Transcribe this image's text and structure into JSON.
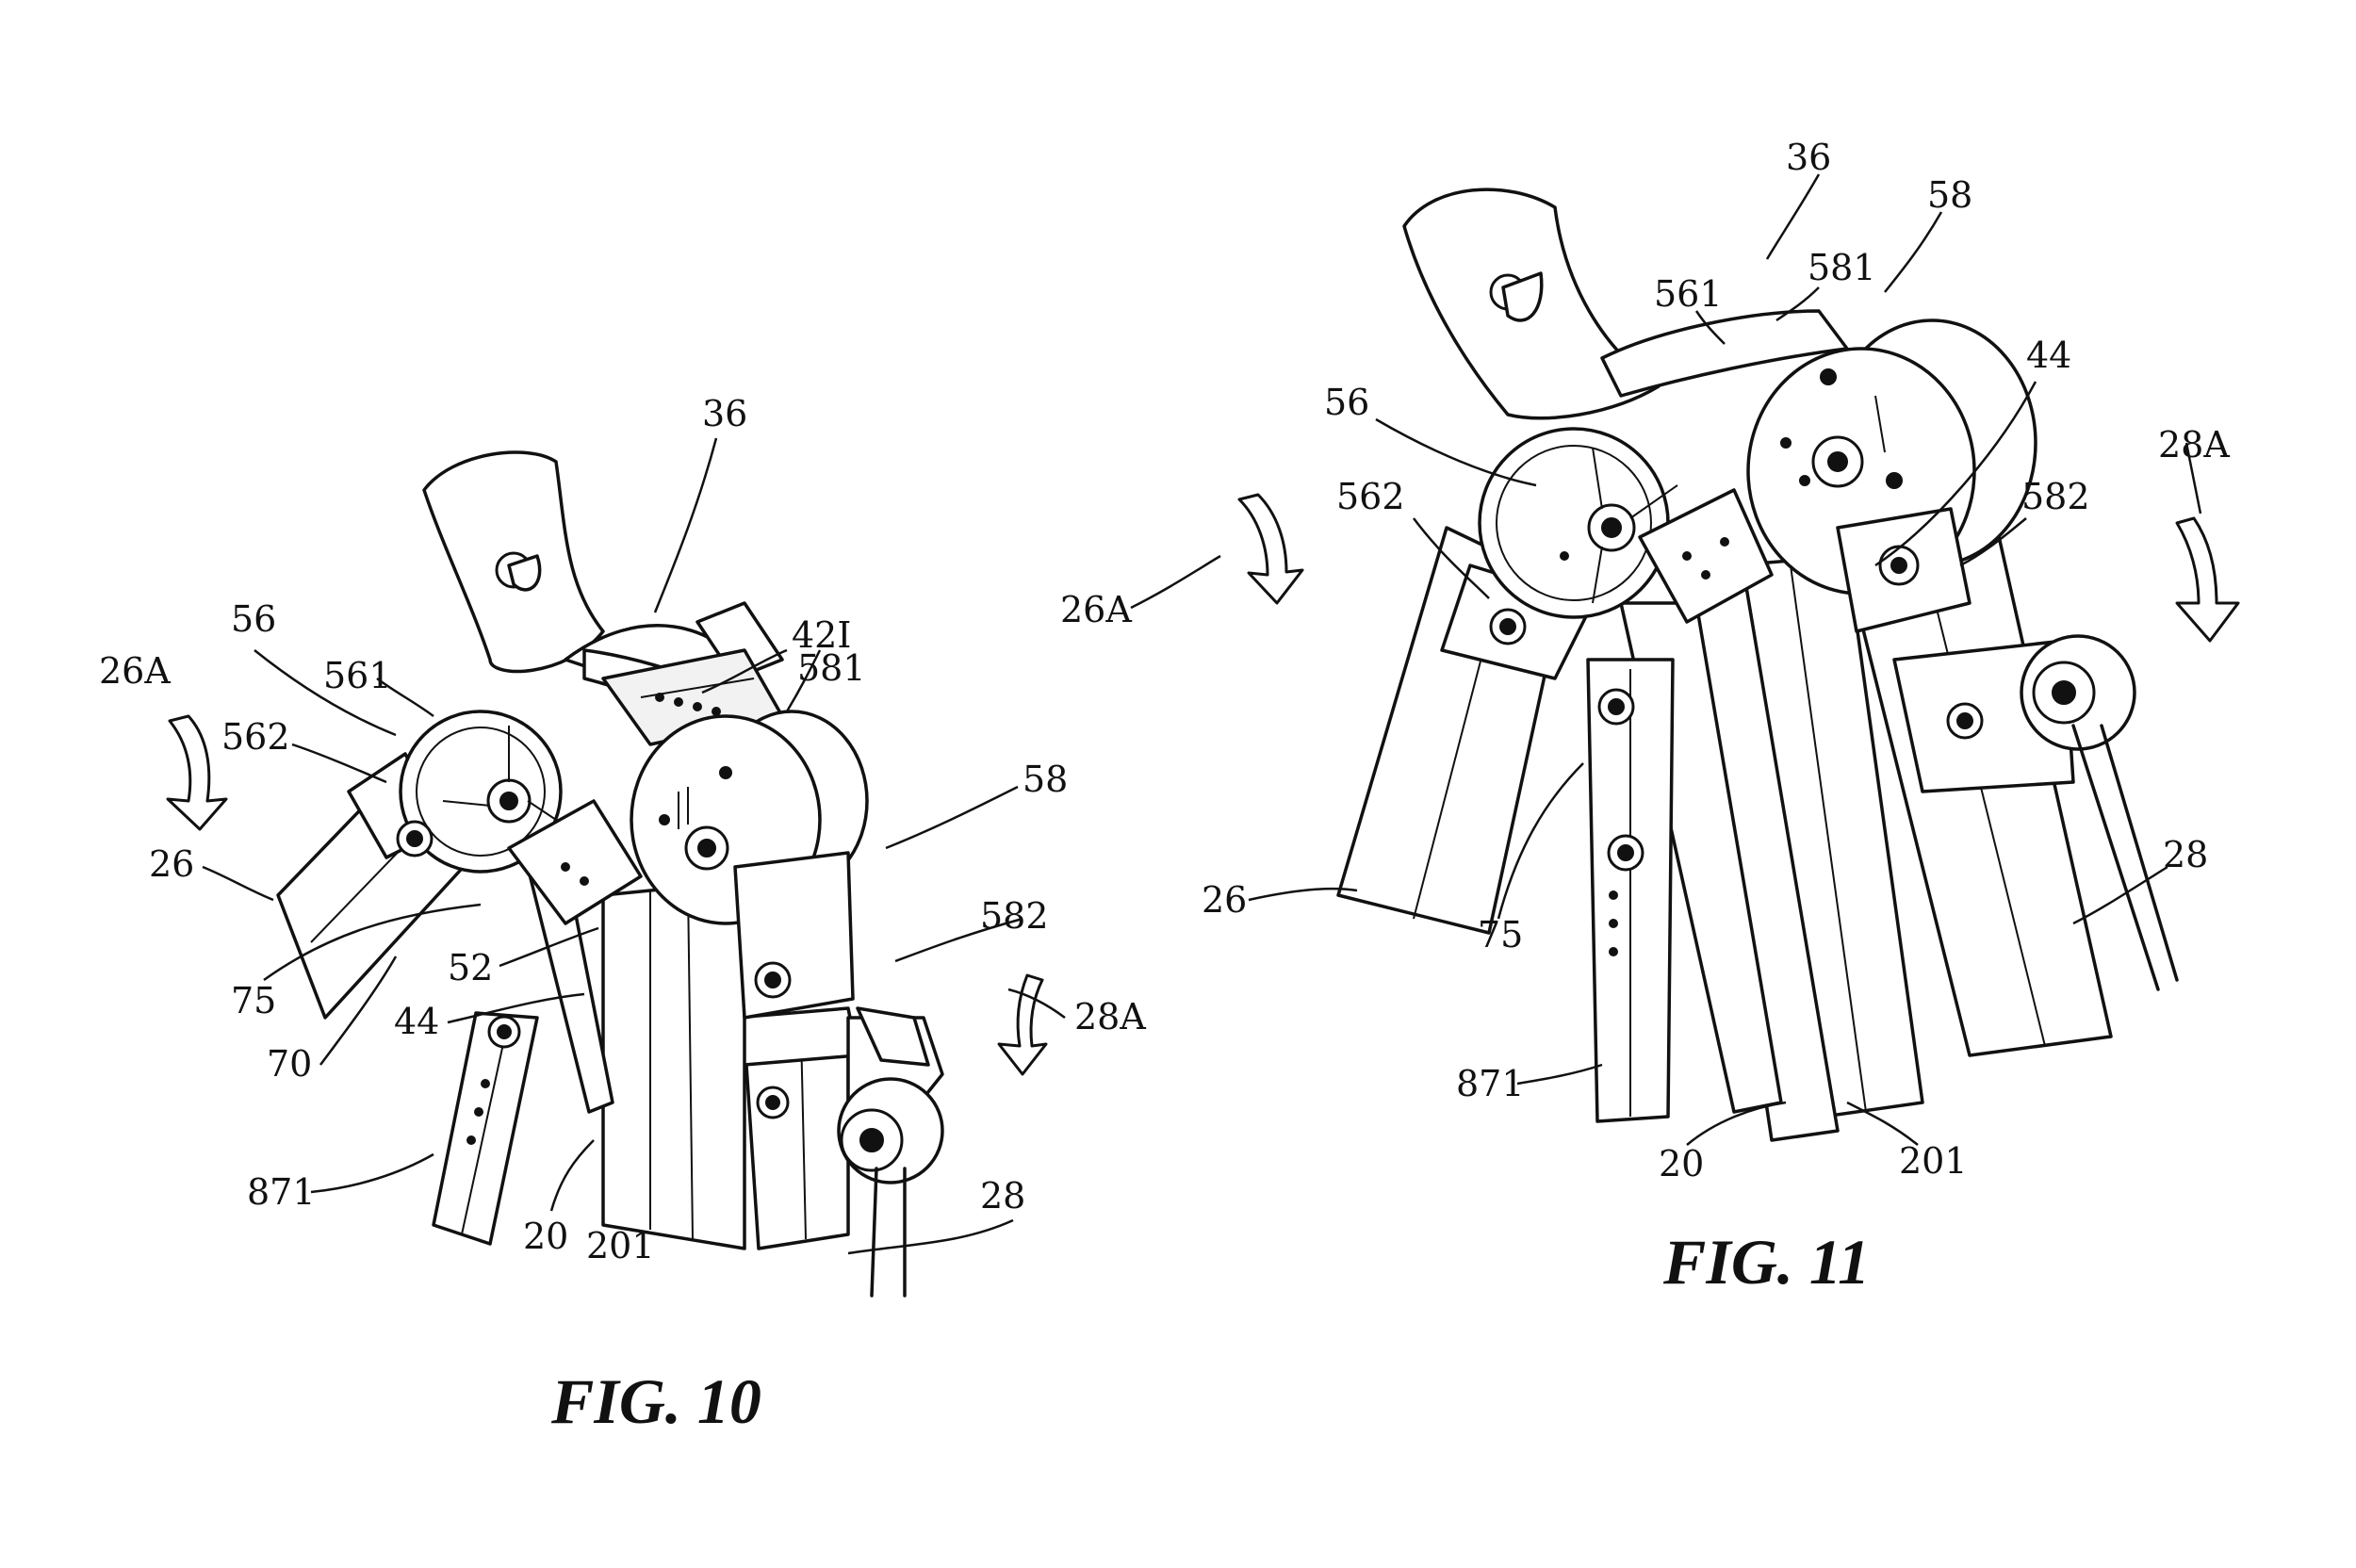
{
  "figures": [
    {
      "caption": "FIG. 10",
      "labels": {
        "l36": "36",
        "l42I": "42I",
        "l581": "581",
        "l56": "56",
        "l561": "561",
        "l26A": "26A",
        "l562": "562",
        "l26": "26",
        "l58": "58",
        "l582": "582",
        "l52": "52",
        "l75": "75",
        "l70": "70",
        "l44": "44",
        "l28A": "28A",
        "l871": "871",
        "l20": "20",
        "l201": "201",
        "l28": "28"
      }
    },
    {
      "caption": "FIG. 11",
      "labels": {
        "l36": "36",
        "l58": "58",
        "l561": "561",
        "l581": "581",
        "l44": "44",
        "l56": "56",
        "l28A": "28A",
        "l562": "562",
        "l582": "582",
        "l26A": "26A",
        "l26": "26",
        "l75": "75",
        "l28": "28",
        "l871": "871",
        "l20": "20",
        "l201": "201"
      }
    }
  ]
}
